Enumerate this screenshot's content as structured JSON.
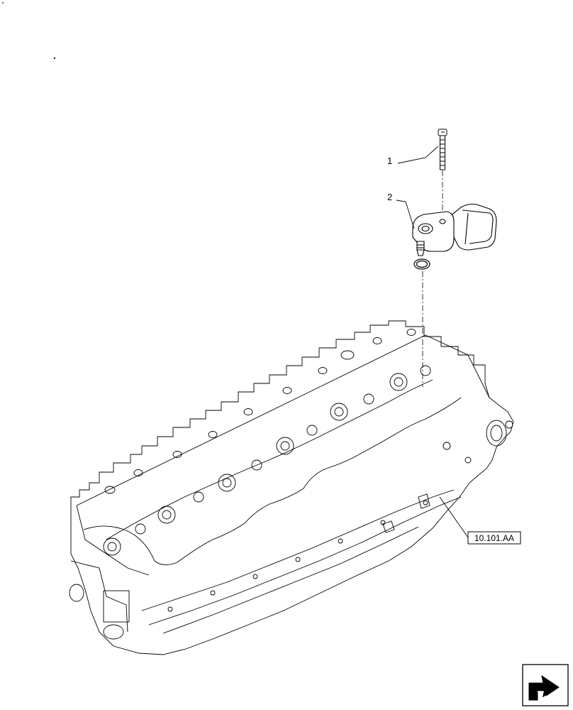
{
  "diagram": {
    "callouts": [
      {
        "id": "1",
        "label": "1"
      },
      {
        "id": "2",
        "label": "2"
      }
    ],
    "reference": {
      "label": "10.101.AA"
    },
    "icons": {
      "nav": "next-page-arrow-icon"
    },
    "colors": {
      "line": "#000000",
      "background": "#ffffff"
    }
  }
}
